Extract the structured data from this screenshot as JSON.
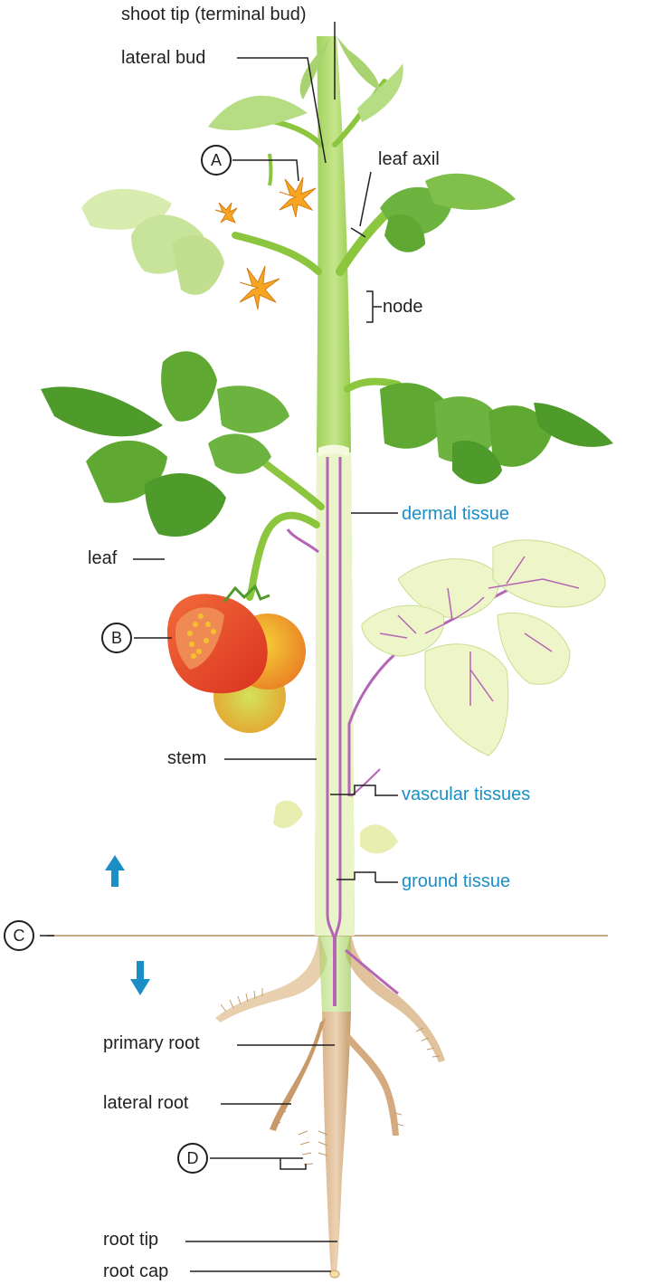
{
  "labels": {
    "shoot_tip": "shoot tip (terminal bud)",
    "lateral_bud": "lateral bud",
    "leaf_axil": "leaf axil",
    "node": "node",
    "dermal_tissue": "dermal tissue",
    "leaf": "leaf",
    "stem": "stem",
    "vascular_tissues": "vascular tissues",
    "ground_tissue": "ground tissue",
    "primary_root": "primary root",
    "lateral_root": "lateral root",
    "root_tip": "root tip",
    "root_cap": "root cap"
  },
  "markers": {
    "a": "A",
    "b": "B",
    "c": "C",
    "d": "D"
  },
  "colors": {
    "tissue_label": "#1b8ec6",
    "arrow": "#1b8ec6",
    "stem_green": "#8cc63f",
    "leaf_green": "#5fa832",
    "vascular": "#b565b5",
    "root": "#c49a6c",
    "soil_line": "#c8a888",
    "tomato": "#e8432a",
    "flower": "#f6a623"
  },
  "icons": {
    "up": "up-arrow-icon",
    "down": "down-arrow-icon"
  }
}
